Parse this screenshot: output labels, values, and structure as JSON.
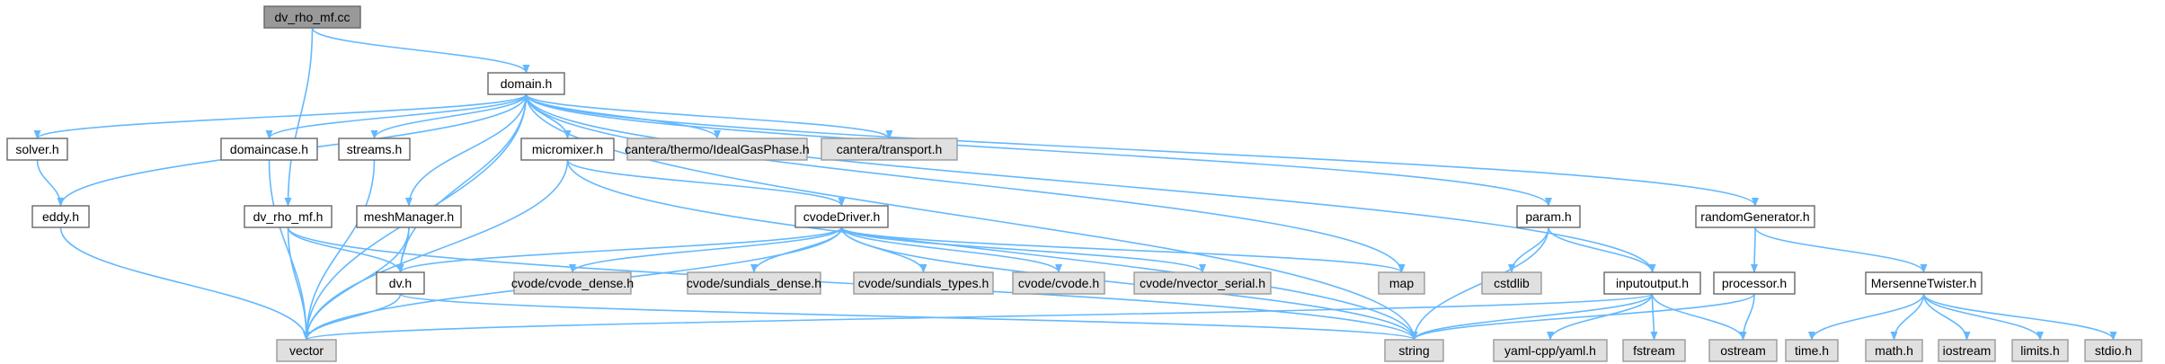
{
  "diagram": {
    "edge_color": "#63b8ff",
    "nodes": [
      {
        "id": "dv_rho_mf_cc",
        "label": "dv_rho_mf.cc",
        "kind": "root"
      },
      {
        "id": "domain_h",
        "label": "domain.h",
        "kind": "local"
      },
      {
        "id": "solver_h",
        "label": "solver.h",
        "kind": "local"
      },
      {
        "id": "domaincase_h",
        "label": "domaincase.h",
        "kind": "local"
      },
      {
        "id": "streams_h",
        "label": "streams.h",
        "kind": "local"
      },
      {
        "id": "micromixer_h",
        "label": "micromixer.h",
        "kind": "local"
      },
      {
        "id": "idealgas",
        "label": "cantera/thermo/IdealGasPhase.h",
        "kind": "system"
      },
      {
        "id": "transport",
        "label": "cantera/transport.h",
        "kind": "system"
      },
      {
        "id": "eddy_h",
        "label": "eddy.h",
        "kind": "local"
      },
      {
        "id": "dv_rho_mf_h",
        "label": "dv_rho_mf.h",
        "kind": "local"
      },
      {
        "id": "meshManager_h",
        "label": "meshManager.h",
        "kind": "local"
      },
      {
        "id": "cvodeDriver_h",
        "label": "cvodeDriver.h",
        "kind": "local"
      },
      {
        "id": "dv_h",
        "label": "dv.h",
        "kind": "local"
      },
      {
        "id": "cvode_dense",
        "label": "cvode/cvode_dense.h",
        "kind": "system"
      },
      {
        "id": "sundials_dense",
        "label": "cvode/sundials_dense.h",
        "kind": "system"
      },
      {
        "id": "sundials_types",
        "label": "cvode/sundials_types.h",
        "kind": "system"
      },
      {
        "id": "cvode_h",
        "label": "cvode/cvode.h",
        "kind": "system"
      },
      {
        "id": "nvector_serial",
        "label": "cvode/nvector_serial.h",
        "kind": "system"
      },
      {
        "id": "map",
        "label": "map",
        "kind": "system"
      },
      {
        "id": "vector",
        "label": "vector",
        "kind": "system"
      },
      {
        "id": "string",
        "label": "string",
        "kind": "system"
      },
      {
        "id": "param_h",
        "label": "param.h",
        "kind": "local"
      },
      {
        "id": "cstdlib",
        "label": "cstdlib",
        "kind": "system"
      },
      {
        "id": "inputoutput_h",
        "label": "inputoutput.h",
        "kind": "local"
      },
      {
        "id": "yaml",
        "label": "yaml-cpp/yaml.h",
        "kind": "system"
      },
      {
        "id": "fstream",
        "label": "fstream",
        "kind": "system"
      },
      {
        "id": "ostream",
        "label": "ostream",
        "kind": "system"
      },
      {
        "id": "randomGenerator_h",
        "label": "randomGenerator.h",
        "kind": "local"
      },
      {
        "id": "processor_h",
        "label": "processor.h",
        "kind": "local"
      },
      {
        "id": "MersenneTwister_h",
        "label": "MersenneTwister.h",
        "kind": "local"
      },
      {
        "id": "time_h",
        "label": "time.h",
        "kind": "system"
      },
      {
        "id": "math_h",
        "label": "math.h",
        "kind": "system"
      },
      {
        "id": "iostream",
        "label": "iostream",
        "kind": "system"
      },
      {
        "id": "limits_h",
        "label": "limits.h",
        "kind": "system"
      },
      {
        "id": "stdio_h",
        "label": "stdio.h",
        "kind": "system"
      }
    ],
    "edges": [
      [
        "dv_rho_mf_cc",
        "domain_h"
      ],
      [
        "dv_rho_mf_cc",
        "dv_rho_mf_h"
      ],
      [
        "domain_h",
        "solver_h"
      ],
      [
        "domain_h",
        "domaincase_h"
      ],
      [
        "domain_h",
        "streams_h"
      ],
      [
        "domain_h",
        "micromixer_h"
      ],
      [
        "domain_h",
        "idealgas"
      ],
      [
        "domain_h",
        "transport"
      ],
      [
        "domain_h",
        "eddy_h"
      ],
      [
        "domain_h",
        "meshManager_h"
      ],
      [
        "domain_h",
        "dv_h"
      ],
      [
        "domain_h",
        "vector"
      ],
      [
        "domain_h",
        "map"
      ],
      [
        "domain_h",
        "string"
      ],
      [
        "domain_h",
        "param_h"
      ],
      [
        "domain_h",
        "inputoutput_h"
      ],
      [
        "domain_h",
        "randomGenerator_h"
      ],
      [
        "solver_h",
        "eddy_h"
      ],
      [
        "eddy_h",
        "vector"
      ],
      [
        "domaincase_h",
        "vector"
      ],
      [
        "streams_h",
        "vector"
      ],
      [
        "micromixer_h",
        "cvodeDriver_h"
      ],
      [
        "micromixer_h",
        "vector"
      ],
      [
        "micromixer_h",
        "string"
      ],
      [
        "dv_rho_mf_h",
        "dv_h"
      ],
      [
        "dv_rho_mf_h",
        "vector"
      ],
      [
        "dv_rho_mf_h",
        "string"
      ],
      [
        "meshManager_h",
        "dv_h"
      ],
      [
        "meshManager_h",
        "vector"
      ],
      [
        "cvodeDriver_h",
        "dv_h"
      ],
      [
        "cvodeDriver_h",
        "cvode_dense"
      ],
      [
        "cvodeDriver_h",
        "sundials_dense"
      ],
      [
        "cvodeDriver_h",
        "sundials_types"
      ],
      [
        "cvodeDriver_h",
        "cvode_h"
      ],
      [
        "cvodeDriver_h",
        "nvector_serial"
      ],
      [
        "cvodeDriver_h",
        "map"
      ],
      [
        "cvodeDriver_h",
        "vector"
      ],
      [
        "cvodeDriver_h",
        "string"
      ],
      [
        "dv_h",
        "vector"
      ],
      [
        "dv_h",
        "string"
      ],
      [
        "param_h",
        "cstdlib"
      ],
      [
        "param_h",
        "string"
      ],
      [
        "param_h",
        "inputoutput_h"
      ],
      [
        "inputoutput_h",
        "vector"
      ],
      [
        "inputoutput_h",
        "string"
      ],
      [
        "inputoutput_h",
        "yaml"
      ],
      [
        "inputoutput_h",
        "fstream"
      ],
      [
        "inputoutput_h",
        "ostream"
      ],
      [
        "randomGenerator_h",
        "processor_h"
      ],
      [
        "randomGenerator_h",
        "MersenneTwister_h"
      ],
      [
        "processor_h",
        "string"
      ],
      [
        "processor_h",
        "ostream"
      ],
      [
        "MersenneTwister_h",
        "time_h"
      ],
      [
        "MersenneTwister_h",
        "math_h"
      ],
      [
        "MersenneTwister_h",
        "iostream"
      ],
      [
        "MersenneTwister_h",
        "limits_h"
      ],
      [
        "MersenneTwister_h",
        "stdio_h"
      ]
    ]
  }
}
